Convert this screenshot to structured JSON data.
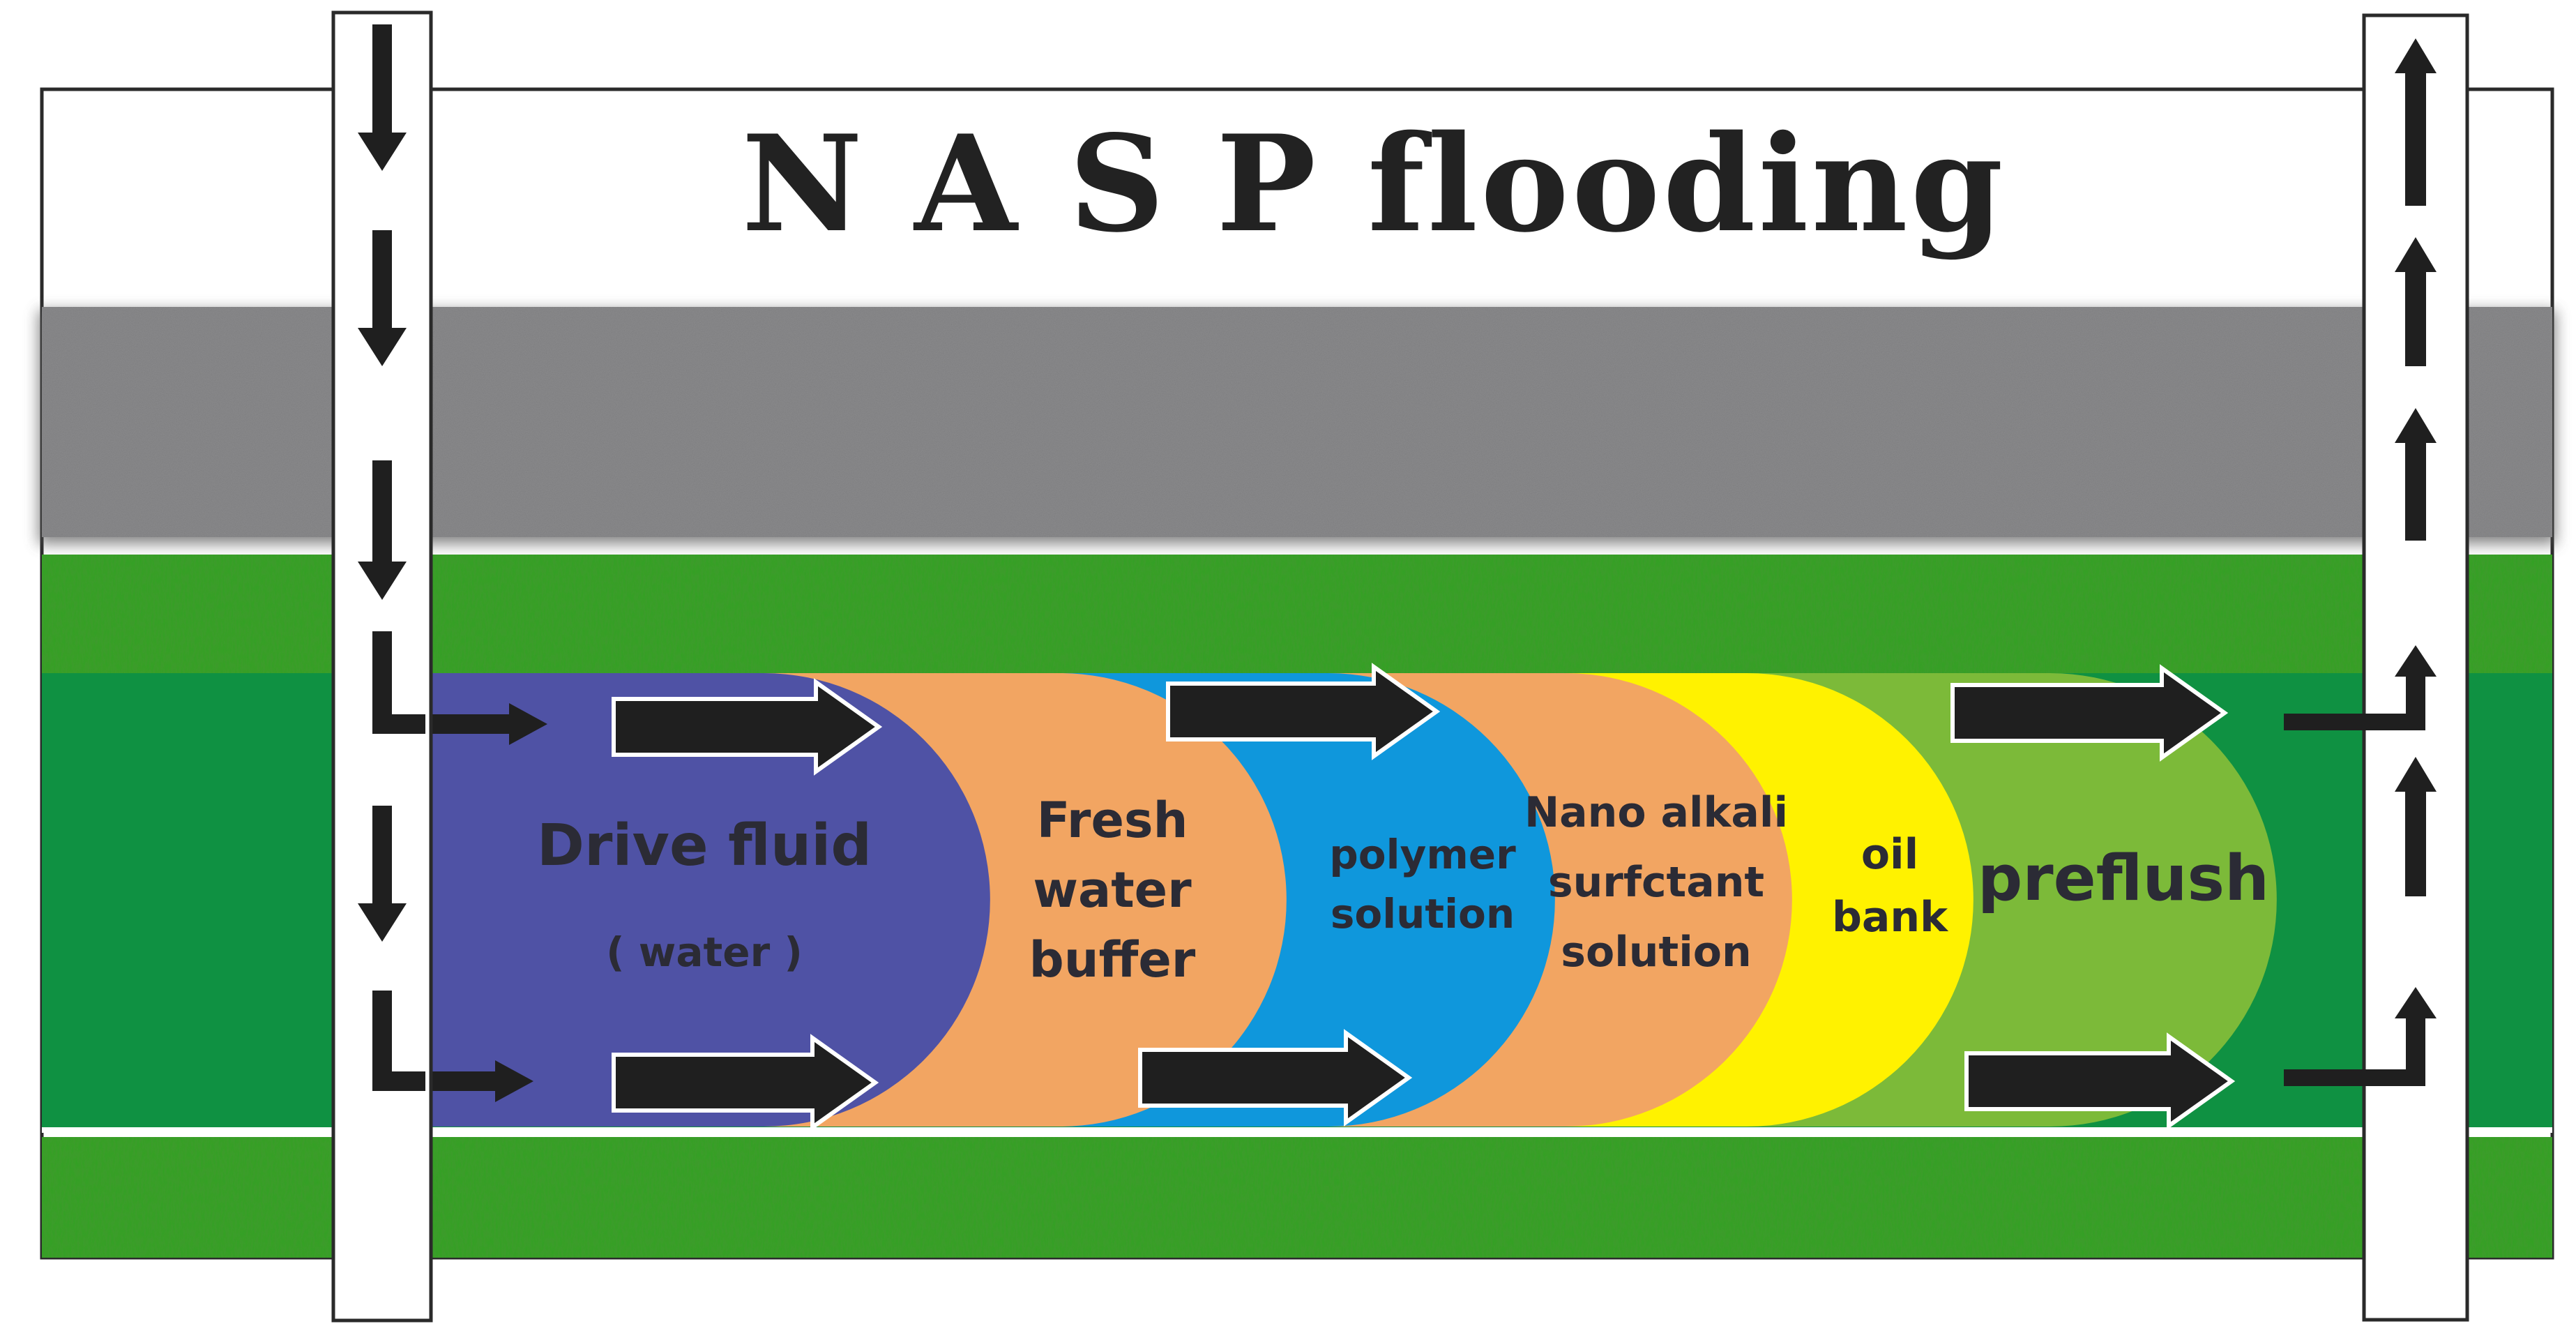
{
  "title": "N A S P flooding",
  "slugs": [
    {
      "lines": [
        "Drive fluid",
        "( water )"
      ],
      "color": "#4f52a5"
    },
    {
      "lines": [
        "Fresh",
        "water",
        "buffer"
      ],
      "color": "#f2a562"
    },
    {
      "lines": [
        "polymer",
        "solution"
      ],
      "color": "#0f97dc"
    },
    {
      "lines": [
        "Nano alkali",
        "surfctant",
        "solution"
      ],
      "color": "#f2a562"
    },
    {
      "lines": [
        "oil",
        "bank"
      ],
      "color": "#fff200"
    },
    {
      "lines": [
        "preflush"
      ],
      "color": "#7cba39"
    }
  ],
  "colors": {
    "caprock": "#8a8a8c",
    "formation": "#3f9a2e",
    "reservoir": "#0f9142",
    "arrow": "#1f1f1f",
    "label_text": "#2b2b35"
  },
  "wells": [
    {
      "role": "injection-well",
      "flow": "down"
    },
    {
      "role": "production-well",
      "flow": "up"
    }
  ]
}
